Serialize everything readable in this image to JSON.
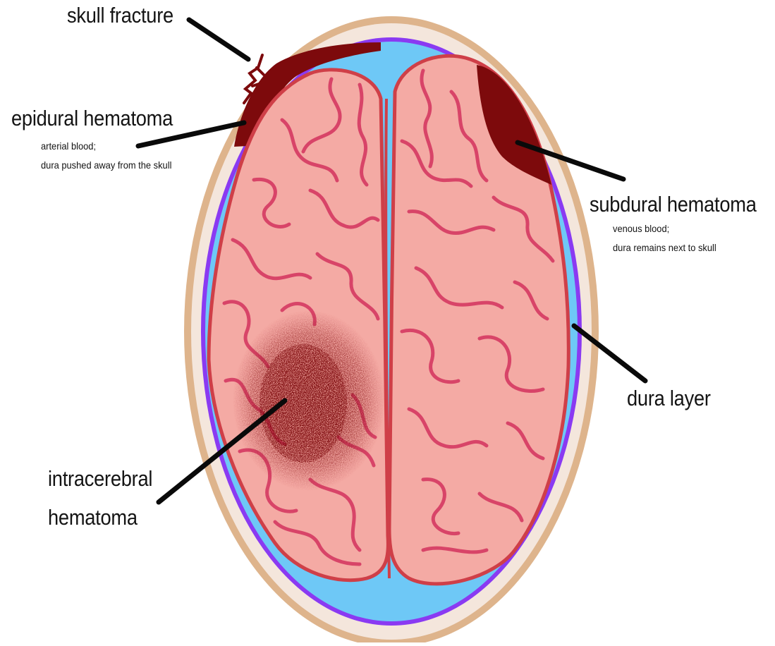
{
  "labels": {
    "skull_fracture": "skull fracture",
    "epidural": {
      "title": "epidural hematoma",
      "note_line1": "arterial blood;",
      "note_line2": "dura pushed away from the skull"
    },
    "subdural": {
      "title": "subdural hematoma",
      "note_line1": "venous blood;",
      "note_line2": "dura remains next to skull"
    },
    "dura_layer": "dura layer",
    "intracerebral": {
      "line1": "intracerebral",
      "line2": "hematoma"
    }
  },
  "colors": {
    "skull_outer": "#deb48c",
    "skull_inner": "#f4e6dc",
    "csf": "#6ec8f6",
    "dura": "#8a3af2",
    "brain": "#f4aaa4",
    "brain_outline": "#cf3f48",
    "gyri": "#d84468",
    "hematoma": "#7d0a0c",
    "leader": "#0a0a0a"
  }
}
